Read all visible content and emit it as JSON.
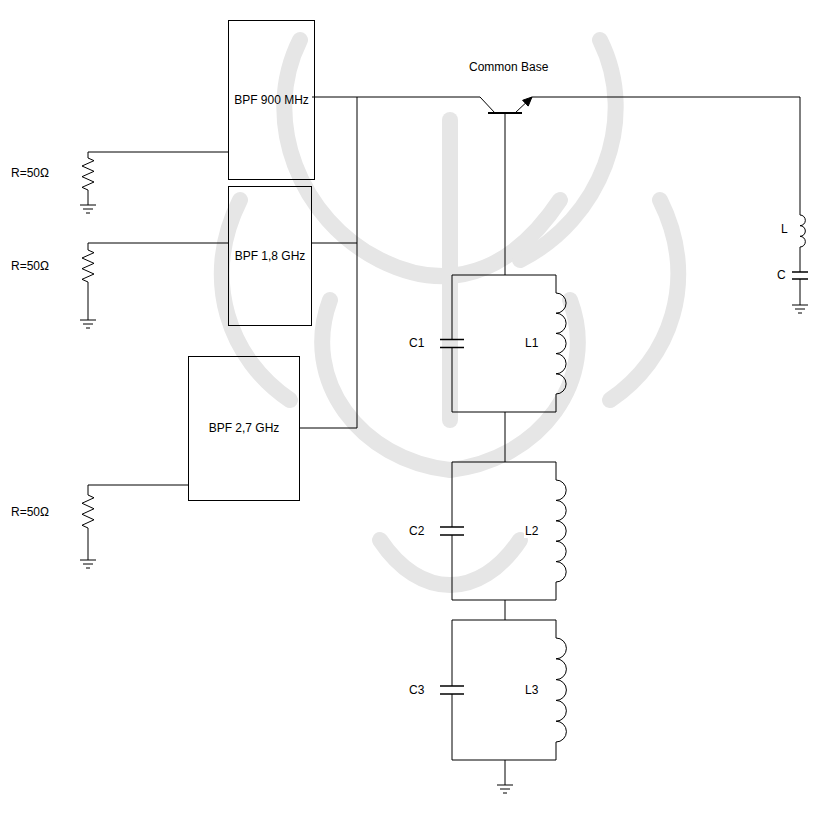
{
  "diagram": {
    "nodes": [
      {
        "text": [
          "BPF 900 MHz"
        ]
      },
      {
        "text": [
          "BPF 1,8 GHz"
        ]
      },
      {
        "text": [
          "BPF 2,7 GHz"
        ]
      }
    ],
    "labels": [
      "R=50Ω",
      "Common Base",
      "L",
      "C",
      "R=50Ω",
      "C1",
      "L1",
      "R=50Ω",
      "C2",
      "L2",
      "C3",
      "L3"
    ]
  }
}
